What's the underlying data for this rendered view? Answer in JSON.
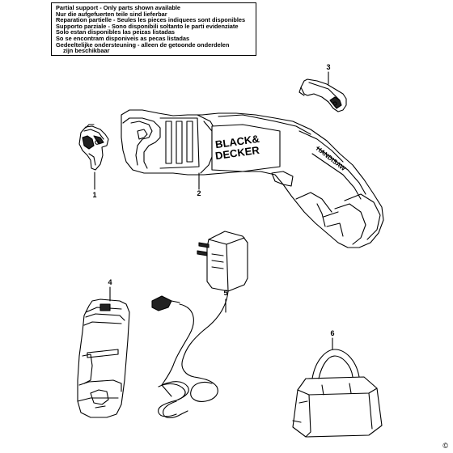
{
  "notice": {
    "lines": [
      "Partial support - Only parts shown available",
      "Nur die aufgefuerten teile sind lieferbar",
      "Reparation partielle - Seules les pieces indiquees sont disponibles",
      "Supporto parziale - Sono disponibili soltanto le parti evidenziate",
      "Solo estan disponibles las peizas listadas",
      "So se encontram disponiveis as pecas listadas",
      "Gedeeltelijke ondersteuning - alleen de getoonde onderdelen",
      "zijn beschikbaar"
    ]
  },
  "brand": {
    "line1": "BLACK&",
    "line2": "DECKER",
    "product": "HANDISAW"
  },
  "callouts": [
    "1",
    "2",
    "3",
    "4",
    "5",
    "6"
  ],
  "copyright": "©"
}
